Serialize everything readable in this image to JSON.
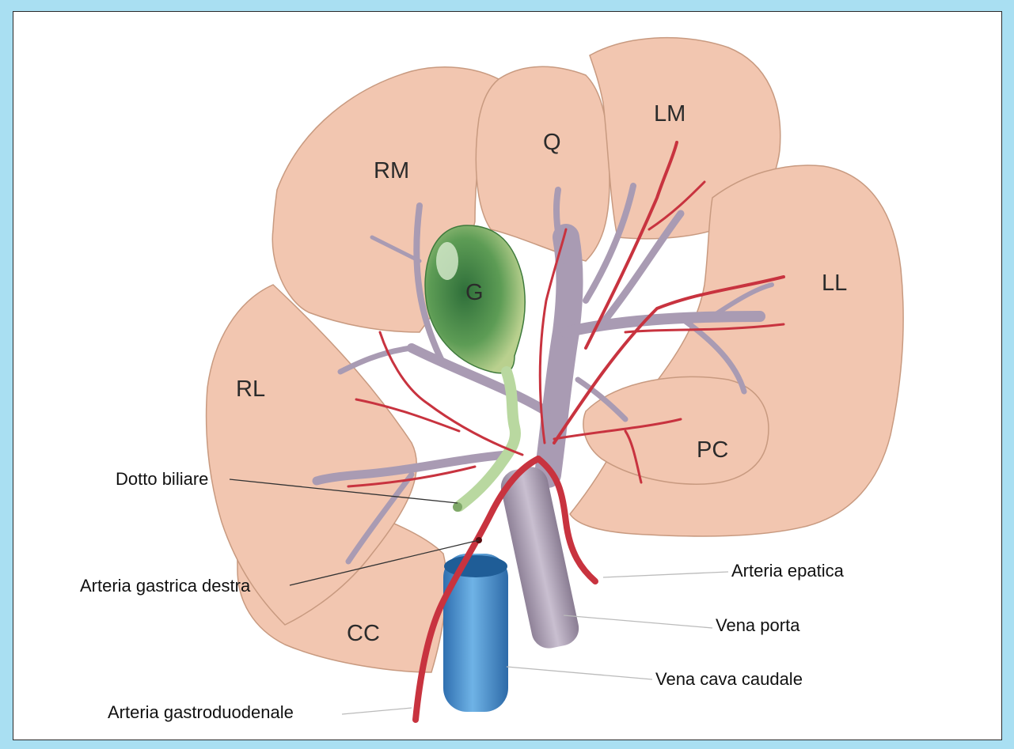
{
  "colors": {
    "background": "#a9dff2",
    "liver": "#f2c6b0",
    "liver_outline": "#c89a80",
    "portal_vein": "#a99bb3",
    "artery": "#c8333f",
    "gallbladder": "#4f8f47",
    "bile_duct": "#b9d8a0",
    "vena_cava": "#3f84c0"
  },
  "lobes": {
    "rm": "RM",
    "q": "Q",
    "lm": "LM",
    "ll": "LL",
    "g": "G",
    "rl": "RL",
    "pc": "PC",
    "cc": "CC"
  },
  "callouts": {
    "dotto_biliare": "Dotto biliare",
    "arteria_gastrica_destra": "Arteria gastrica destra",
    "arteria_gastroduodenale": "Arteria gastroduodenale",
    "arteria_epatica": "Arteria epatica",
    "vena_porta": "Vena porta",
    "vena_cava_caudale": "Vena cava caudale"
  }
}
